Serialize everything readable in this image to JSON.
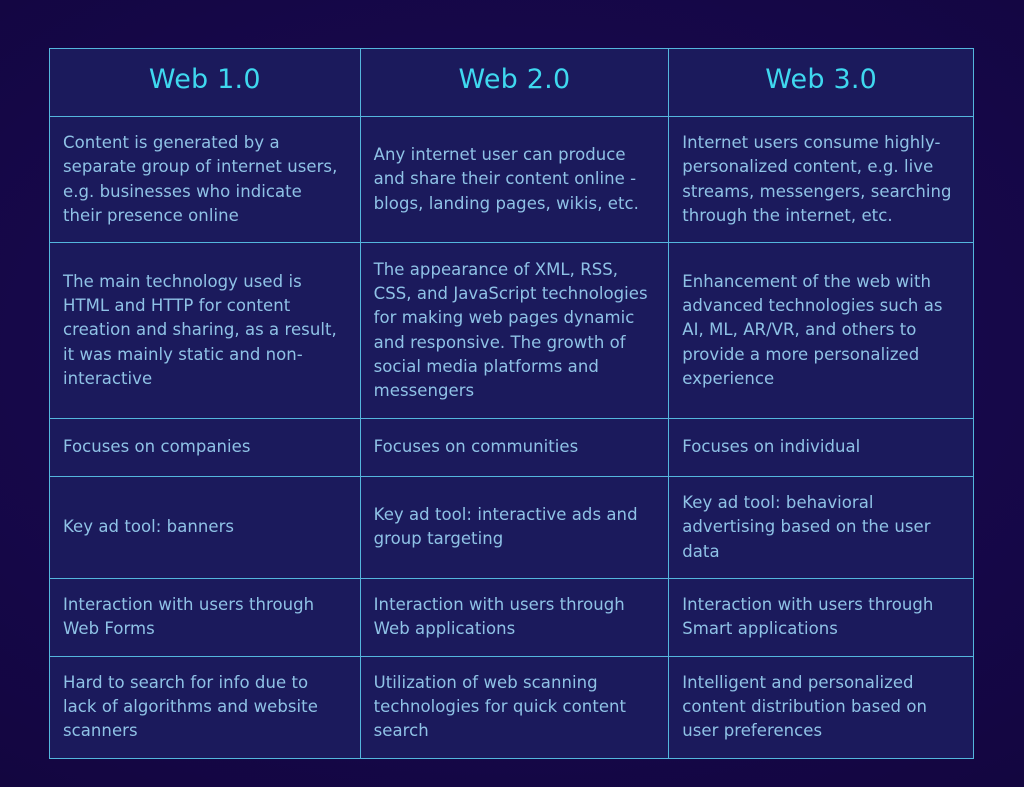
{
  "theme": {
    "page_background": "#16074a",
    "cell_background": "#1b1a5c",
    "border_color": "#54b6dd",
    "header_text_color": "#3fd8ef",
    "body_text_color": "#8fc2e6"
  },
  "table": {
    "headers": [
      {
        "label": "Web 1.0"
      },
      {
        "label": "Web 2.0"
      },
      {
        "label": "Web 3.0"
      }
    ],
    "rows": [
      {
        "web1": "Content is generated by a separate group of internet users, e.g. businesses who indicate their presence online",
        "web2": "Any internet user can produce and share their content online - blogs, landing pages, wikis, etc.",
        "web3": "Internet users consume highly-personalized content, e.g. live streams, messengers, searching through the internet, etc."
      },
      {
        "web1": "The main technology used is HTML and HTTP for content creation and sharing, as a result, it was mainly static and non-interactive",
        "web2": "The appearance of XML, RSS, CSS, and JavaScript technologies for making web pages dynamic and responsive. The growth of social media platforms and messengers",
        "web3": "Enhancement of the web with advanced technologies such as AI, ML, AR/VR, and others to provide a more personalized experience"
      },
      {
        "web1": "Focuses on companies",
        "web2": "Focuses on communities",
        "web3": "Focuses on individual"
      },
      {
        "web1": "Key ad tool: banners",
        "web2": "Key ad tool: interactive ads and group targeting",
        "web3": "Key ad tool: behavioral advertising based on the user data"
      },
      {
        "web1": "Interaction with users through Web Forms",
        "web2": "Interaction with users through Web applications",
        "web3": "Interaction with users through Smart applications"
      },
      {
        "web1": "Hard to search for info due to lack of algorithms and website scanners",
        "web2": "Utilization of web scanning technologies for quick content search",
        "web3": "Intelligent and personalized content distribution based on user preferences"
      }
    ]
  }
}
